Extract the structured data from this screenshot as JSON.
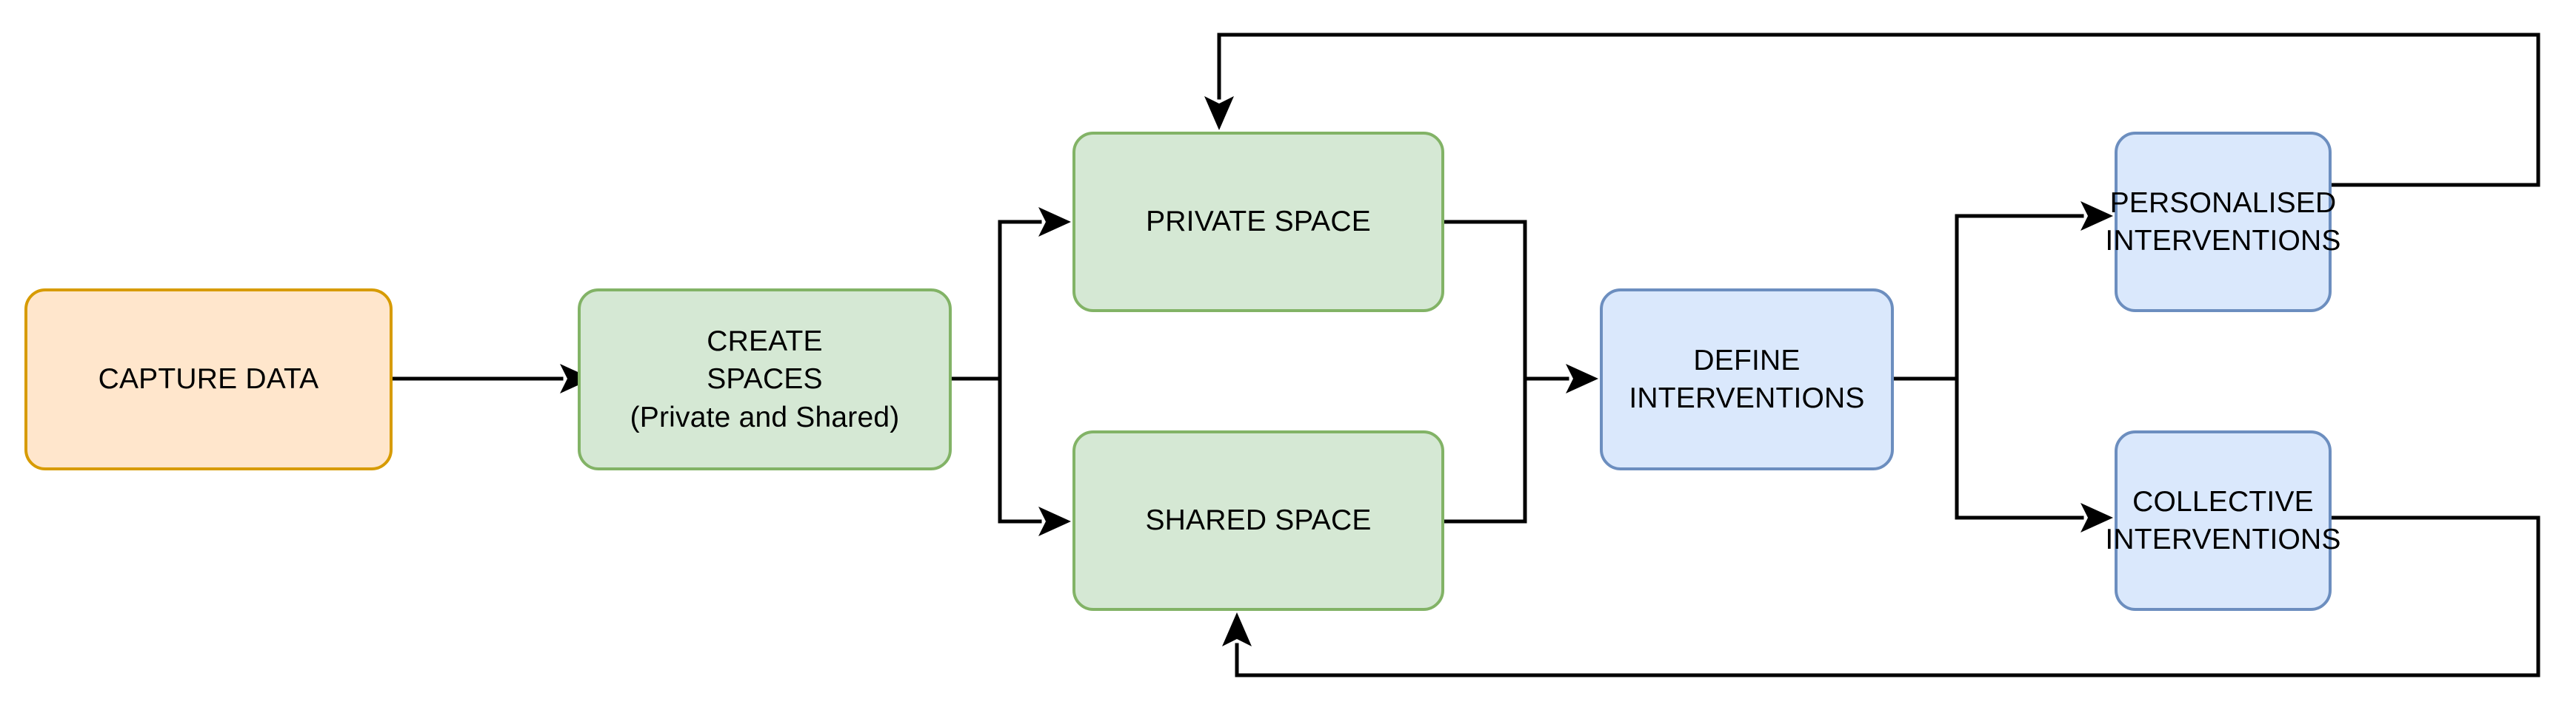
{
  "diagram": {
    "title": "Data capture to interventions flow",
    "background": "#ffffff",
    "palette": {
      "orange_fill": "#ffe6cc",
      "orange_stroke": "#d79b00",
      "green_fill": "#d5e8d4",
      "green_stroke": "#82b366",
      "blue_fill": "#dae8fc",
      "blue_stroke": "#6c8ebf",
      "edge_stroke": "#000000"
    },
    "nodes": [
      {
        "id": "capture-data",
        "label": "CAPTURE DATA",
        "color": "orange"
      },
      {
        "id": "create-spaces",
        "label": "CREATE\nSPACES\n(Private and Shared)",
        "color": "green"
      },
      {
        "id": "private-space",
        "label": "PRIVATE SPACE",
        "color": "green"
      },
      {
        "id": "shared-space",
        "label": "SHARED SPACE",
        "color": "green"
      },
      {
        "id": "define-interventions",
        "label": "DEFINE\nINTERVENTIONS",
        "color": "blue"
      },
      {
        "id": "personalised-interventions",
        "label": "PERSONALISED\nINTERVENTIONS",
        "color": "blue"
      },
      {
        "id": "collective-interventions",
        "label": "COLLECTIVE\nINTERVENTIONS",
        "color": "blue"
      }
    ],
    "edges": [
      {
        "id": "capture-to-create",
        "from": "capture-data",
        "to": "create-spaces",
        "arrow": true
      },
      {
        "id": "create-to-private",
        "from": "create-spaces",
        "to": "private-space",
        "arrow": true
      },
      {
        "id": "create-to-shared",
        "from": "create-spaces",
        "to": "shared-space",
        "arrow": true
      },
      {
        "id": "private-to-define",
        "from": "private-space",
        "to": "define-interventions",
        "arrow": true
      },
      {
        "id": "shared-to-define",
        "from": "shared-space",
        "to": "define-interventions",
        "arrow": true
      },
      {
        "id": "define-to-personalised",
        "from": "define-interventions",
        "to": "personalised-interventions",
        "arrow": true
      },
      {
        "id": "define-to-collective",
        "from": "define-interventions",
        "to": "collective-interventions",
        "arrow": true
      },
      {
        "id": "personalised-back-to-private",
        "from": "personalised-interventions",
        "to": "private-space",
        "arrow": true
      },
      {
        "id": "collective-back-to-shared",
        "from": "collective-interventions",
        "to": "shared-space",
        "arrow": true
      }
    ]
  }
}
